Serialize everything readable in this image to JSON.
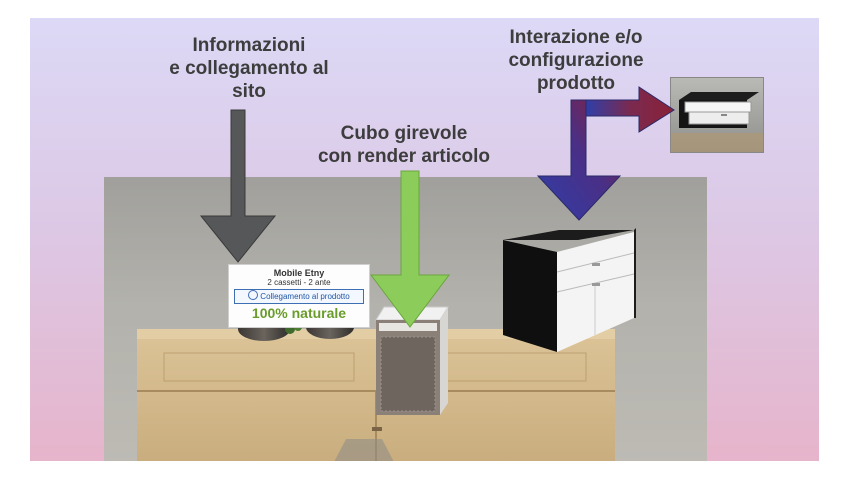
{
  "captions": {
    "info": [
      "Informazioni",
      "e collegamento al",
      "sito"
    ],
    "cube": [
      "Cubo girevole",
      "con render articolo"
    ],
    "interaction": [
      "Interazione e/o",
      "configurazione",
      "prodotto"
    ]
  },
  "info_card": {
    "title": "Mobile Etny",
    "subtitle": "2 cassetti - 2 ante",
    "link_label": "Collegamento al prodotto",
    "badge": "100% naturale"
  },
  "colors": {
    "arrow_gray": "#555759",
    "arrow_green": "#8ccc5a",
    "arrow_blue": "#2f3ea8",
    "arrow_red": "#8a2137",
    "badge_green": "#6a9c2c"
  }
}
